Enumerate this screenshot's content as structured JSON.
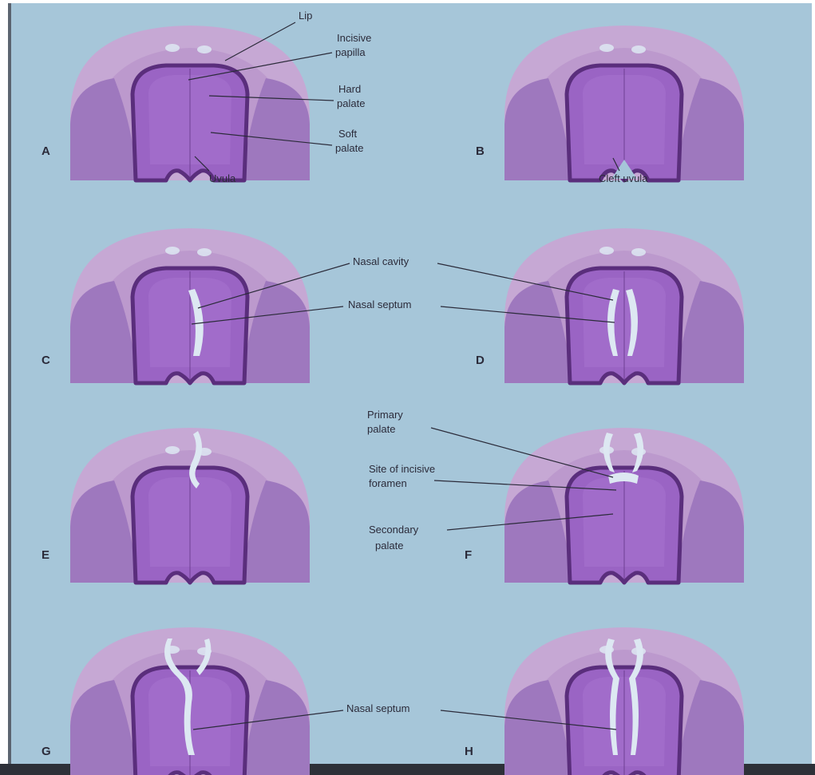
{
  "colors": {
    "frame": "#5b6470",
    "background": "#a6c6d9",
    "dome_outer": "#c6a8d4",
    "dome_band": "#b48cc6",
    "cheek": "#9e78be",
    "palate_rim": "#5a2e7c",
    "palate_fill": "#9a64c4",
    "opening": "#dde8f2",
    "bottom_bar": "#2d3038"
  },
  "panels": [
    {
      "id": "A",
      "label": "A",
      "variant": "complete"
    },
    {
      "id": "B",
      "label": "B",
      "variant": "cleft-uvula"
    },
    {
      "id": "C",
      "label": "C",
      "variant": "unilateral-cleft"
    },
    {
      "id": "D",
      "label": "D",
      "variant": "bilateral-cleft"
    },
    {
      "id": "E",
      "label": "E",
      "variant": "unilateral-primary"
    },
    {
      "id": "F",
      "label": "F",
      "variant": "bilateral-primary"
    },
    {
      "id": "G",
      "label": "G",
      "variant": "unilateral-complete"
    },
    {
      "id": "H",
      "label": "H",
      "variant": "bilateral-complete"
    }
  ],
  "labels": {
    "lip": "Lip",
    "incisive_papilla_1": "Incisive",
    "incisive_papilla_2": "papilla",
    "hard_palate_1": "Hard",
    "hard_palate_2": "palate",
    "soft_palate_1": "Soft",
    "soft_palate_2": "palate",
    "uvula": "Uvula",
    "cleft_uvula": "Cleft uvula",
    "nasal_cavity": "Nasal cavity",
    "nasal_septum": "Nasal septum",
    "primary_palate_1": "Primary",
    "primary_palate_2": "palate",
    "incisive_foramen_1": "Site of incisive",
    "incisive_foramen_2": "foramen",
    "secondary_palate_1": "Secondary",
    "secondary_palate_2": "palate",
    "nasal_septum_2": "Nasal septum"
  }
}
